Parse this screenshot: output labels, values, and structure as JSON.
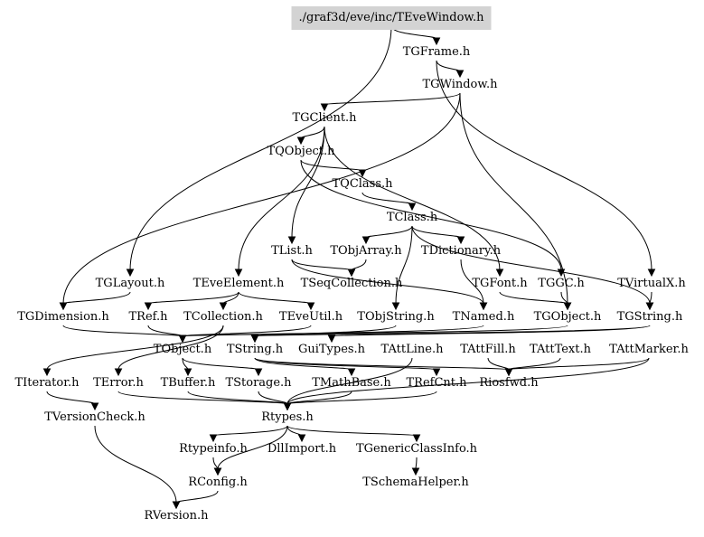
{
  "root": "./graf3d/eve/inc/TEveWindow.h",
  "nodes": [
    {
      "id": "root",
      "label": "./graf3d/eve/inc/TEveWindow.h"
    },
    {
      "id": "TGFrame",
      "label": "TGFrame.h"
    },
    {
      "id": "TGWindow",
      "label": "TGWindow.h"
    },
    {
      "id": "TGClient",
      "label": "TGClient.h"
    },
    {
      "id": "TQObject",
      "label": "TQObject.h"
    },
    {
      "id": "TQClass",
      "label": "TQClass.h"
    },
    {
      "id": "TClass",
      "label": "TClass.h"
    },
    {
      "id": "TList",
      "label": "TList.h"
    },
    {
      "id": "TObjArray",
      "label": "TObjArray.h"
    },
    {
      "id": "TDictionary",
      "label": "TDictionary.h"
    },
    {
      "id": "TGLayout",
      "label": "TGLayout.h"
    },
    {
      "id": "TEveElement",
      "label": "TEveElement.h"
    },
    {
      "id": "TSeqCollection",
      "label": "TSeqCollection.h"
    },
    {
      "id": "TGFont",
      "label": "TGFont.h"
    },
    {
      "id": "TGGC",
      "label": "TGGC.h"
    },
    {
      "id": "TVirtualX",
      "label": "TVirtualX.h"
    },
    {
      "id": "TGDimension",
      "label": "TGDimension.h"
    },
    {
      "id": "TRef",
      "label": "TRef.h"
    },
    {
      "id": "TCollection",
      "label": "TCollection.h"
    },
    {
      "id": "TEveUtil",
      "label": "TEveUtil.h"
    },
    {
      "id": "TObjString",
      "label": "TObjString.h"
    },
    {
      "id": "TNamed",
      "label": "TNamed.h"
    },
    {
      "id": "TGObject",
      "label": "TGObject.h"
    },
    {
      "id": "TGString",
      "label": "TGString.h"
    },
    {
      "id": "TObject",
      "label": "TObject.h"
    },
    {
      "id": "TString",
      "label": "TString.h"
    },
    {
      "id": "GuiTypes",
      "label": "GuiTypes.h"
    },
    {
      "id": "TAttLine",
      "label": "TAttLine.h"
    },
    {
      "id": "TAttFill",
      "label": "TAttFill.h"
    },
    {
      "id": "TAttText",
      "label": "TAttText.h"
    },
    {
      "id": "TAttMarker",
      "label": "TAttMarker.h"
    },
    {
      "id": "TIterator",
      "label": "TIterator.h"
    },
    {
      "id": "TError",
      "label": "TError.h"
    },
    {
      "id": "TBuffer",
      "label": "TBuffer.h"
    },
    {
      "id": "TStorage",
      "label": "TStorage.h"
    },
    {
      "id": "TMathBase",
      "label": "TMathBase.h"
    },
    {
      "id": "TRefCnt",
      "label": "TRefCnt.h"
    },
    {
      "id": "Riosfwd",
      "label": "Riosfwd.h"
    },
    {
      "id": "TVersionCheck",
      "label": "TVersionCheck.h"
    },
    {
      "id": "Rtypes",
      "label": "Rtypes.h"
    },
    {
      "id": "Rtypeinfo",
      "label": "Rtypeinfo.h"
    },
    {
      "id": "DllImport",
      "label": "DllImport.h"
    },
    {
      "id": "TGenericClassInfo",
      "label": "TGenericClassInfo.h"
    },
    {
      "id": "RConfig",
      "label": "RConfig.h"
    },
    {
      "id": "TSchemaHelper",
      "label": "TSchemaHelper.h"
    },
    {
      "id": "RVersion",
      "label": "RVersion.h"
    }
  ],
  "edges": [
    [
      "root",
      "TGFrame"
    ],
    [
      "root",
      "TGLayout"
    ],
    [
      "TGFrame",
      "TGWindow"
    ],
    [
      "TGFrame",
      "TVirtualX"
    ],
    [
      "TGWindow",
      "TGClient"
    ],
    [
      "TGWindow",
      "TGObject"
    ],
    [
      "TGWindow",
      "TGDimension"
    ],
    [
      "TGClient",
      "TQObject"
    ],
    [
      "TGClient",
      "TList"
    ],
    [
      "TGClient",
      "TEveElement"
    ],
    [
      "TGClient",
      "TGFont"
    ],
    [
      "TQObject",
      "TQClass"
    ],
    [
      "TQObject",
      "TGGC"
    ],
    [
      "TQClass",
      "TClass"
    ],
    [
      "TClass",
      "TObjArray"
    ],
    [
      "TClass",
      "TDictionary"
    ],
    [
      "TClass",
      "TObjString"
    ],
    [
      "TClass",
      "TGString"
    ],
    [
      "TList",
      "TSeqCollection"
    ],
    [
      "TList",
      "TNamed"
    ],
    [
      "TObjArray",
      "TSeqCollection"
    ],
    [
      "TDictionary",
      "TNamed"
    ],
    [
      "TGLayout",
      "TGDimension"
    ],
    [
      "TEveElement",
      "TRef"
    ],
    [
      "TEveElement",
      "TEveUtil"
    ],
    [
      "TEveElement",
      "TCollection"
    ],
    [
      "TGFont",
      "TGObject"
    ],
    [
      "TGGC",
      "TGObject"
    ],
    [
      "TVirtualX",
      "TGString"
    ],
    [
      "TGDimension",
      "TObject"
    ],
    [
      "TRef",
      "TObject"
    ],
    [
      "TCollection",
      "TIterator"
    ],
    [
      "TCollection",
      "TError"
    ],
    [
      "TEveUtil",
      "TObject"
    ],
    [
      "TObjString",
      "TString"
    ],
    [
      "TNamed",
      "TObject"
    ],
    [
      "TGObject",
      "TObject"
    ],
    [
      "TGString",
      "TString"
    ],
    [
      "TGString",
      "GuiTypes"
    ],
    [
      "TObject",
      "TStorage"
    ],
    [
      "TObject",
      "TBuffer"
    ],
    [
      "TString",
      "TMathBase"
    ],
    [
      "TString",
      "TRefCnt"
    ],
    [
      "TString",
      "Riosfwd"
    ],
    [
      "TAttLine",
      "Rtypes"
    ],
    [
      "TAttFill",
      "Riosfwd"
    ],
    [
      "TAttText",
      "Riosfwd"
    ],
    [
      "TAttMarker",
      "Riosfwd"
    ],
    [
      "TAttMarker",
      "Rtypes"
    ],
    [
      "TIterator",
      "TVersionCheck"
    ],
    [
      "TError",
      "Rtypes"
    ],
    [
      "TBuffer",
      "Rtypes"
    ],
    [
      "TStorage",
      "Rtypes"
    ],
    [
      "TMathBase",
      "Rtypes"
    ],
    [
      "TRefCnt",
      "Rtypes"
    ],
    [
      "TVersionCheck",
      "RVersion"
    ],
    [
      "Rtypes",
      "Rtypeinfo"
    ],
    [
      "Rtypes",
      "DllImport"
    ],
    [
      "Rtypes",
      "TGenericClassInfo"
    ],
    [
      "Rtypes",
      "RConfig"
    ],
    [
      "Rtypeinfo",
      "RConfig"
    ],
    [
      "TGenericClassInfo",
      "TSchemaHelper"
    ],
    [
      "RConfig",
      "RVersion"
    ]
  ]
}
